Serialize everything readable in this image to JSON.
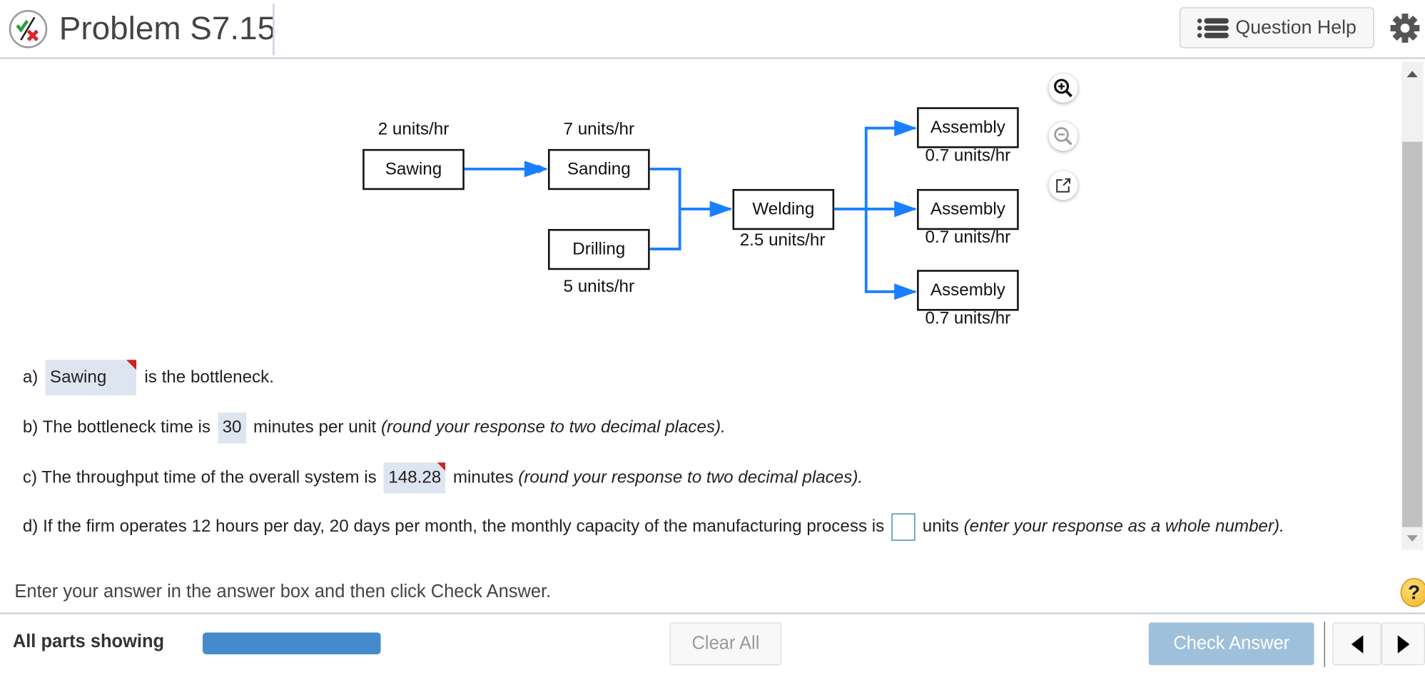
{
  "header": {
    "title": "Problem S7.15",
    "question_help_label": "Question Help"
  },
  "diagram": {
    "stations": [
      {
        "name": "Sawing",
        "rate": "2 units/hr"
      },
      {
        "name": "Sanding",
        "rate": "7 units/hr"
      },
      {
        "name": "Drilling",
        "rate": "5 units/hr"
      },
      {
        "name": "Welding",
        "rate": "2.5 units/hr"
      },
      {
        "name": "Assembly",
        "rate": "0.7 units/hr"
      },
      {
        "name": "Assembly",
        "rate": "0.7 units/hr"
      },
      {
        "name": "Assembly",
        "rate": "0.7 units/hr"
      }
    ],
    "arrow_color": "#1a7fff"
  },
  "questions": {
    "a": {
      "prefix": "a)",
      "answer": "Sawing",
      "suffix": "is the bottleneck."
    },
    "b": {
      "prefix": "b) The bottleneck time is",
      "answer": "30",
      "suffix": "minutes per unit",
      "hint": "(round your response to two decimal places)."
    },
    "c": {
      "prefix": "c) The throughput time of the overall system is",
      "answer": "148.28",
      "suffix": "minutes",
      "hint": "(round your response to two decimal places)."
    },
    "d": {
      "prefix": "d) If the firm operates 12 hours per day, 20 days per month, the monthly capacity of the manufacturing process is",
      "answer": "",
      "suffix": "units",
      "hint": "(enter your response as a whole number)."
    }
  },
  "instruction": "Enter your answer in the answer box and then click Check Answer.",
  "footer": {
    "parts_label": "All parts showing",
    "progress": 1.0,
    "clear_all": "Clear All",
    "check_answer": "Check Answer"
  },
  "colors": {
    "progress": "#438bca",
    "check_answer_bg": "#9fc0da",
    "answer_bg": "#dde5f1"
  }
}
